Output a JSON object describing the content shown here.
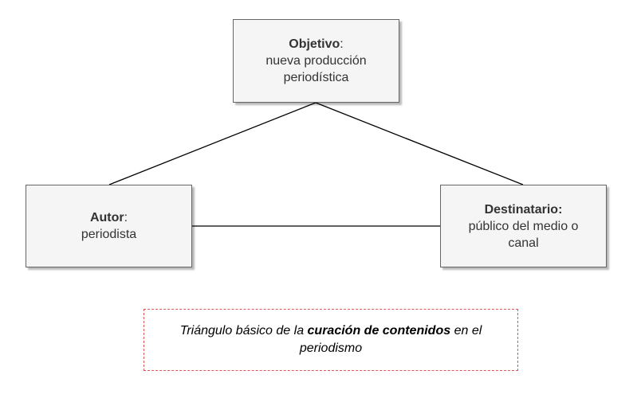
{
  "nodes": {
    "objetivo": {
      "title": "Objetivo",
      "suffix": ":",
      "line1": "nueva producción",
      "line2": "periodística"
    },
    "autor": {
      "title": "Autor",
      "suffix": ":",
      "line1": "periodista"
    },
    "destinatario": {
      "title": "Destinatario:",
      "suffix": "",
      "line1": "público del medio o",
      "line2": "canal"
    }
  },
  "caption": {
    "part1": "Triángulo básico de la ",
    "bold": "curación de contenidos",
    "part2": " en el",
    "line2": "periodismo"
  },
  "colors": {
    "node_fill": "#f5f5f5",
    "node_border": "#666666",
    "line": "#000000",
    "caption_border": "#e0575b"
  }
}
